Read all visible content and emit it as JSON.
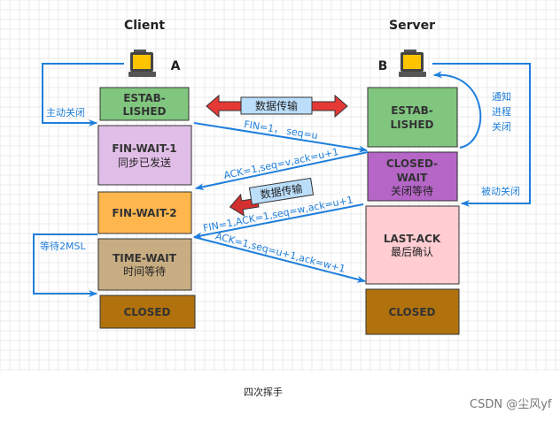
{
  "client": {
    "title": "Client",
    "label": "A"
  },
  "server": {
    "title": "Server",
    "label": "B"
  },
  "client_states": [
    {
      "line1": "ESTAB-",
      "line2": "LISHED",
      "color": "#80c67f"
    },
    {
      "line1": "FIN-WAIT-1",
      "line2": "同步已发送",
      "color": "#e1bee7"
    },
    {
      "line1": "FIN-WAIT-2",
      "line2": "",
      "color": "#ffb74d"
    },
    {
      "line1": "TIME-WAIT",
      "line2": "时间等待",
      "color": "#c8ad82"
    },
    {
      "line1": "CLOSED",
      "line2": "",
      "color": "#b1720d"
    }
  ],
  "server_states": [
    {
      "line1": "ESTAB-",
      "line2": "LISHED",
      "line3": "",
      "color": "#80c67f"
    },
    {
      "line1": "CLOSED-",
      "line2": "WAIT",
      "line3": "关闭等待",
      "color": "#b566c7"
    },
    {
      "line1": "LAST-ACK",
      "line2": "最后确认",
      "line3": "",
      "color": "#ffcdd2"
    },
    {
      "line1": "CLOSED",
      "line2": "",
      "line3": "",
      "color": "#b1720d"
    }
  ],
  "messages": [
    "FIN=1， seq=u",
    "ACK=1,seq=v,ack=u+1",
    "FIN=1,ACK=1,seq=w,ack=u+1",
    "ACK=1,seq=u+1,ack=w+1"
  ],
  "data_transfer": [
    "数据传输",
    "数据传输"
  ],
  "labels": {
    "active_close": "主动关闭",
    "wait_2msl": "等待2MSL",
    "notify_1": "通知",
    "notify_2": "进程",
    "notify_3": "关闭",
    "passive_close": "被动关闭"
  },
  "caption": "四次挥手",
  "watermark": "CSDN @尘风yf",
  "colors": {
    "arrow_blue": "#1f7fdc",
    "data_arrow_red": "#e53935",
    "data_label_bg": "#bbdefb",
    "laptop_screen": "#ffc400"
  }
}
